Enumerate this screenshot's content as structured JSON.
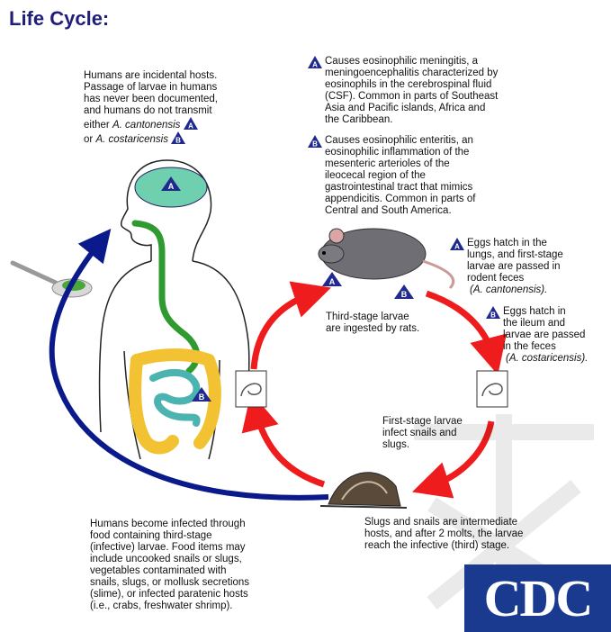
{
  "title": "Life Cycle:",
  "humans_note": {
    "lines": [
      "Humans are incidental hosts.",
      "Passage of larvae in humans",
      "has never been documented,",
      "and humans do not transmit"
    ],
    "either": "either",
    "species_a": "A. cantonensis",
    "or": "or",
    "species_b": "A. costaricensis"
  },
  "note_a": "Causes eosinophilic meningitis, a\nmeningoencephalitis characterized by\neosinophils in the cerebrospinal fluid\n(CSF).  Common in parts of Southeast\nAsia and Pacific islands, Africa and\nthe Caribbean.",
  "note_b": "Causes eosinophilic enteritis, an\neosinophilic inflammation of the\nmesenteric arterioles of the\nileocecal region of the\ngastrointestinal tract that mimics\nappendicitis.  Common in parts of\nCentral and South America.",
  "rat_a": {
    "text": "Eggs hatch in the\nlungs, and first-stage\nlarvae are passed in\nrodent feces",
    "species": "(A. cantonensis)."
  },
  "rat_b": {
    "text": "Eggs hatch in\nthe ileum and\nlarvae are passed\nin the feces",
    "species": "(A. costaricensis)."
  },
  "third_stage": "Third-stage larvae\nare ingested by rats.",
  "first_stage": "First-stage larvae\ninfect snails and\nslugs.",
  "snails": "Slugs and snails are intermediate\nhosts, and after 2 molts, the larvae\nreach the infective (third) stage.",
  "humans_infected": "Humans become infected through\nfood containing third-stage\n(infective) larvae.  Food items may\ninclude uncooked snails or slugs,\nvegetables contaminated with\nsnails, slugs, or mollusk secretions\n(slime), or infected paratenic hosts\n(i.e., crabs, freshwater shrimp).",
  "badges": {
    "a": "A",
    "b": "B"
  },
  "logo": "CDC",
  "colors": {
    "title": "#1f1f7a",
    "badge": "#1f2a8c",
    "red_arrow": "#ee1c1c",
    "blue_arrow": "#0a1a8a",
    "brain": "#6fd0b0",
    "gut_green": "#2f9a2f",
    "colon": "#f2c233",
    "small_intestine": "#4bb3b0",
    "cdc_blue": "#1a3a8f"
  }
}
